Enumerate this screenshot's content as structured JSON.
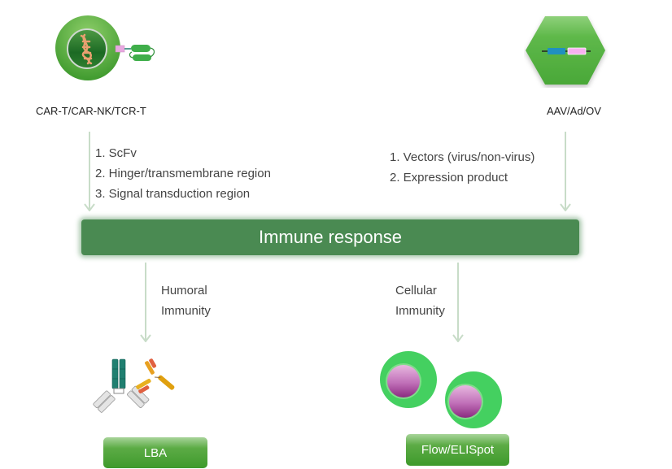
{
  "top_left": {
    "icon": "car-t-cell-icon",
    "label": "CAR-T/CAR-NK/TCR-T"
  },
  "top_right": {
    "icon": "viral-vector-hexagon-icon",
    "label": "AAV/Ad/OV"
  },
  "left_factors": [
    "1. ScFv",
    "2. Hinger/transmembrane region",
    "3. Signal transduction region"
  ],
  "right_factors": [
    "1. Vectors (virus/non-virus)",
    "2. Expression product"
  ],
  "banner": {
    "label": "Immune response",
    "color": "#4a8a52"
  },
  "humoral": {
    "line1": "Humoral",
    "line2": "Immunity",
    "icon": "antibody-icon"
  },
  "cellular": {
    "line1": "Cellular",
    "line2": "Immunity",
    "icon": "cells-icon"
  },
  "buttons": {
    "lba": "LBA",
    "flow": "Flow/ELISpot"
  },
  "colors": {
    "arrow": "#c8dcc8",
    "accent_green": "#4a8a52",
    "button_green": "#3e9a2c"
  }
}
